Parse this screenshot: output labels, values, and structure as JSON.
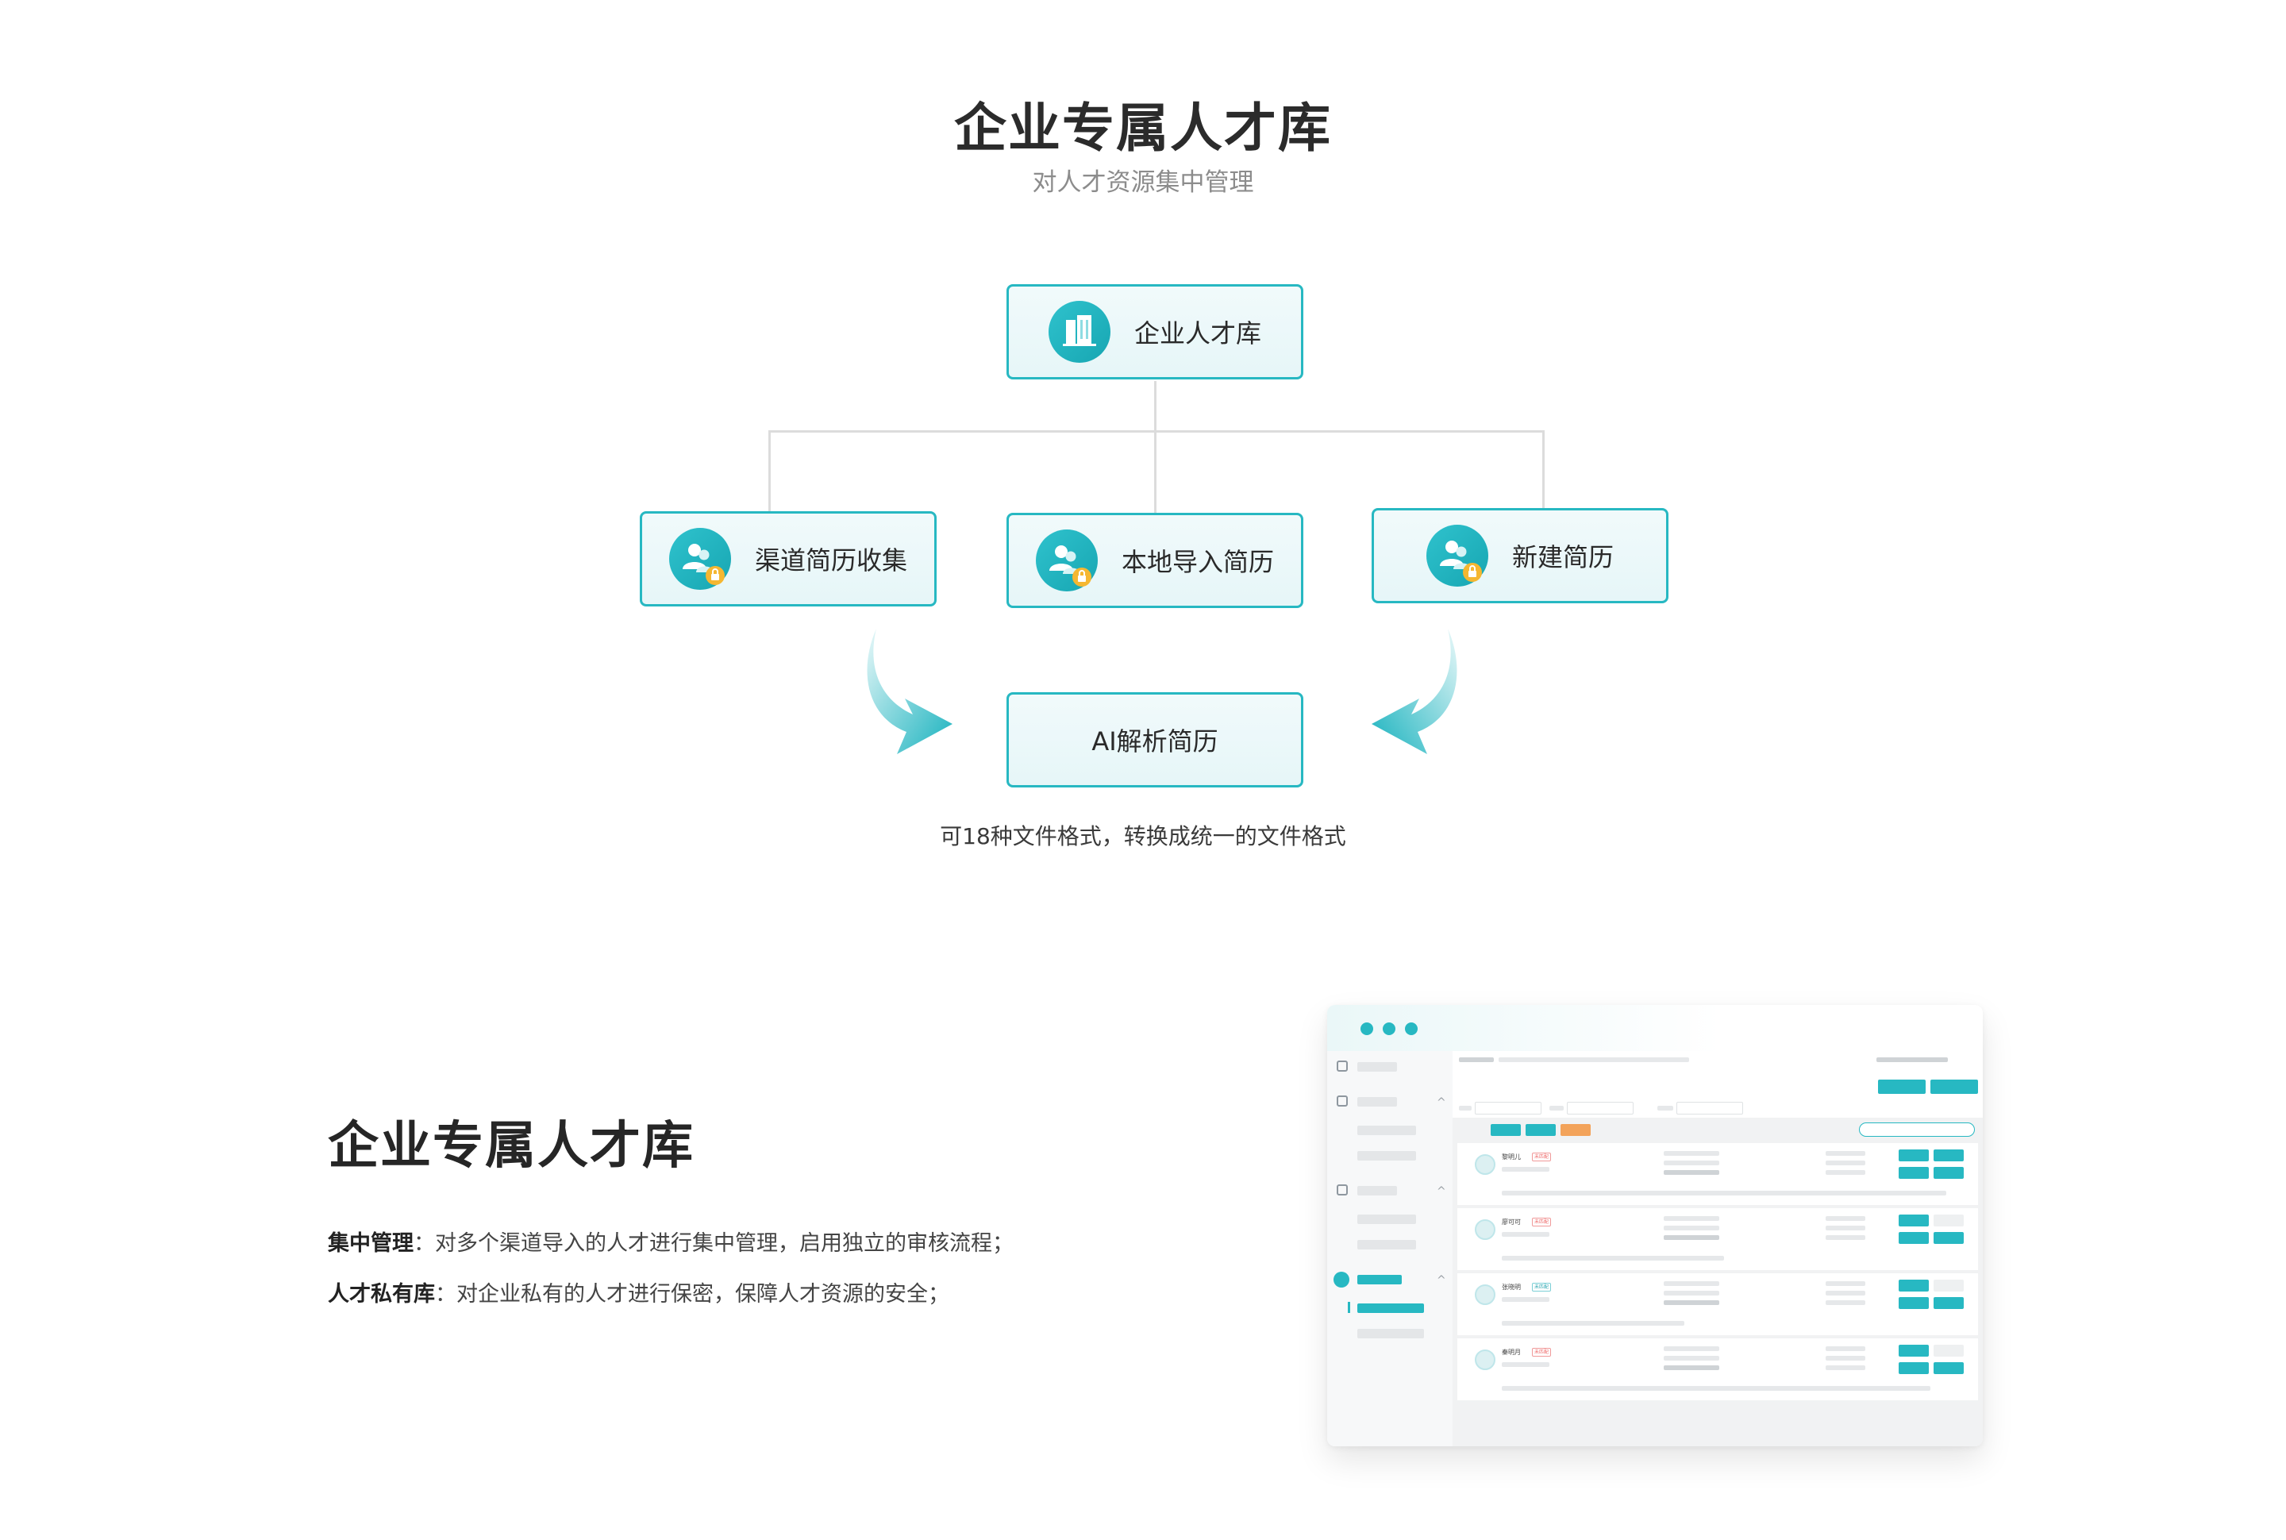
{
  "hero": {
    "title": "企业专属人才库",
    "subtitle": "对人才资源集中管理"
  },
  "diagram": {
    "root": {
      "label": "企业人才库",
      "icon": "building-icon"
    },
    "sources": [
      {
        "label": "渠道简历收集",
        "icon": "people-lock-icon"
      },
      {
        "label": "本地导入简历",
        "icon": "people-lock-icon"
      },
      {
        "label": "新建简历",
        "icon": "people-lock-icon"
      }
    ],
    "target": {
      "label": "AI解析简历"
    },
    "caption": "可18种文件格式，转换成统一的文件格式"
  },
  "feature": {
    "title": "企业专属人才库",
    "items": [
      {
        "term": "集中管理",
        "separator": "：",
        "text": "对多个渠道导入的人才进行集中管理，启用独立的审核流程；"
      },
      {
        "term": "人才私有库",
        "separator": "：",
        "text": "对企业私有的人才进行保密，保障人才资源的安全；"
      }
    ]
  },
  "mockup": {
    "window_dots": 3,
    "candidates": [
      {
        "name": "黎明儿",
        "tag": "未匹配"
      },
      {
        "name": "廖可可",
        "tag": "未匹配"
      },
      {
        "name": "张晓明",
        "tag": "未匹配"
      },
      {
        "name": "秦明月",
        "tag": "未匹配"
      }
    ]
  },
  "colors": {
    "accent": "#27b8c2",
    "border": "#27b8c2",
    "node_fill": "#eaf7f9",
    "connector": "#dcdcdc",
    "lock_badge": "#f5b731"
  }
}
